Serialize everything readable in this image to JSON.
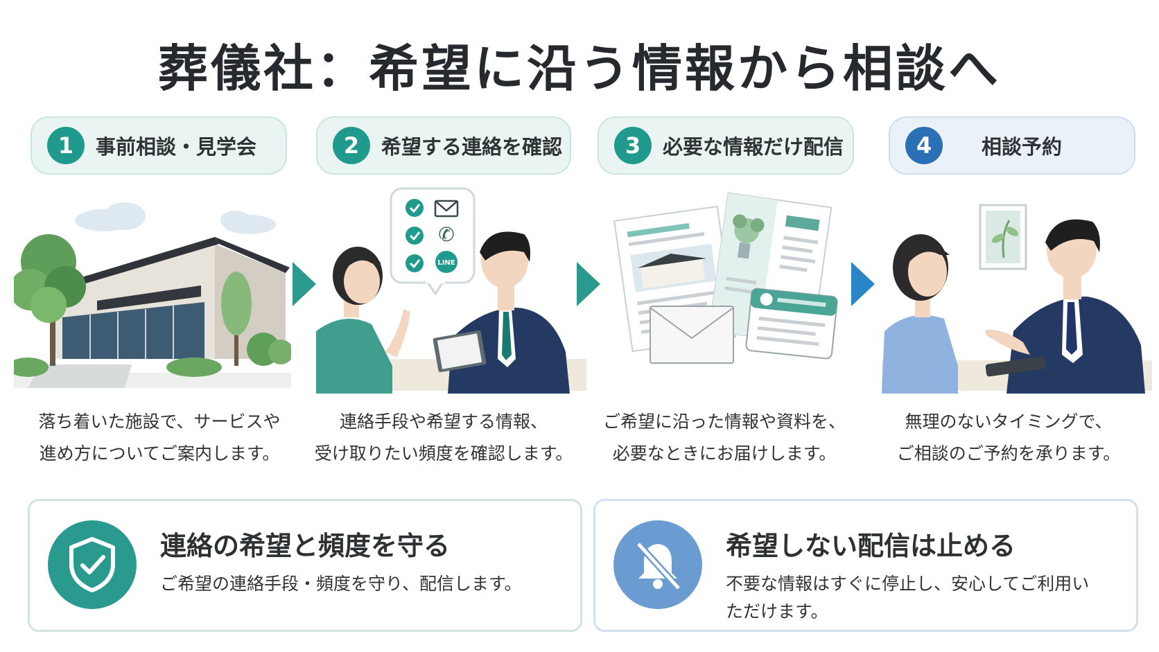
{
  "title": "葬儀社：希望に沿う情報から相談へ",
  "steps": [
    {
      "num": "1",
      "label": "事前相談・見学会",
      "desc_line1": "落ち着いた施設で、サービスや",
      "desc_line2": "進め方についてご案内します。"
    },
    {
      "num": "2",
      "label": "希望する連絡を確認",
      "desc_line1": "連絡手段や希望する情報、",
      "desc_line2": "受け取りたい頻度を確認します。"
    },
    {
      "num": "3",
      "label": "必要な情報だけ配信",
      "desc_line1": "ご希望に沿った情報や資料を、",
      "desc_line2": "必要なときにお届けします。"
    },
    {
      "num": "4",
      "label": "相談予約",
      "desc_line1": "無理のないタイミングで、",
      "desc_line2": "ご相談のご予約を承ります。"
    }
  ],
  "contact_bubble": {
    "line_label": "LINE"
  },
  "cards": [
    {
      "title": "連絡の希望と頻度を守る",
      "body": "ご希望の連絡手段・頻度を守り、配信します。"
    },
    {
      "title": "希望しない配信は止める",
      "body": "不要な情報はすぐに停止し、安心してご利用いただけます。"
    }
  ],
  "colors": {
    "teal": "#1f9a8c",
    "blue": "#2b6fb4",
    "card_blue_badge": "#6a9bd1",
    "suit": "#253a63"
  }
}
